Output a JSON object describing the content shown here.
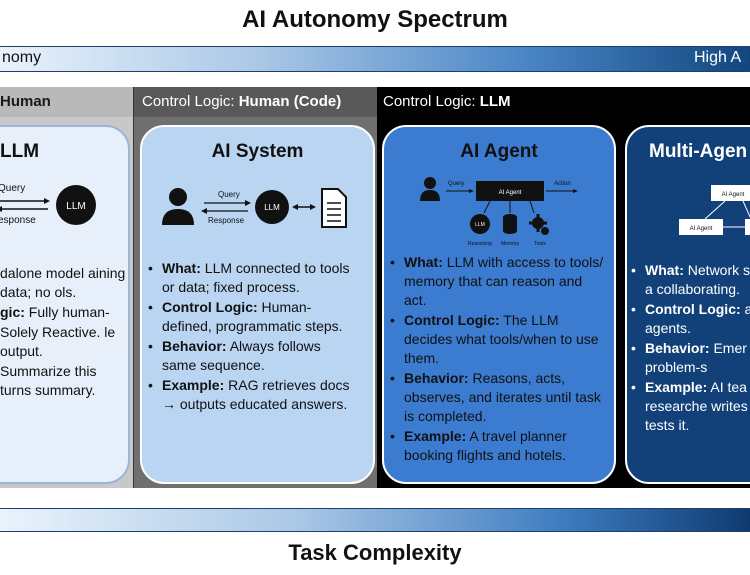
{
  "title": "AI Autonomy Spectrum",
  "autonomy_bar": {
    "left_label": "nomy",
    "right_label": "High A"
  },
  "columns": [
    {
      "header_plain": "Human",
      "header_bold": "",
      "card": {
        "title": "LLM",
        "diagram": {
          "query": "Query",
          "response": "esponse",
          "node": "LLM"
        },
        "bullets": [
          {
            "label": "",
            "text": "dalone model aining data; no ols."
          },
          {
            "label": "gic:",
            "text": " Fully human-"
          },
          {
            "label": "",
            "text": "Solely Reactive. le output."
          },
          {
            "label": "",
            "text": "Summarize this turns summary."
          }
        ]
      }
    },
    {
      "header_plain": "Control Logic: ",
      "header_bold": "Human (Code)",
      "card": {
        "title": "AI System",
        "diagram": {
          "query": "Query",
          "response": "Response",
          "node": "LLM"
        },
        "bullets": [
          {
            "label": "What:",
            "text": " LLM connected to tools or data; fixed process."
          },
          {
            "label": "Control Logic:",
            "text": " Human-defined, programmatic steps."
          },
          {
            "label": "Behavior:",
            "text": " Always follows same sequence."
          },
          {
            "label": "Example:",
            "text": " RAG retrieves docs → outputs educated answers."
          }
        ]
      }
    },
    {
      "header_plain": "Control Logic: ",
      "header_bold": "LLM",
      "card": {
        "title": "AI Agent",
        "diagram": {
          "query": "Query",
          "action": "Action",
          "node": "AI Agent",
          "reasoning": "Reasoning",
          "memory": "Memory",
          "tools": "Tools",
          "llm": "LLM"
        },
        "bullets": [
          {
            "label": "What:",
            "text": " LLM with access to tools/ memory that can reason and act."
          },
          {
            "label": "Control Logic:",
            "text": " The LLM decides what tools/when to use them."
          },
          {
            "label": "Behavior:",
            "text": " Reasons, acts, observes, and iterates until task is completed."
          },
          {
            "label": "Example:",
            "text": " A travel planner booking flights and hotels."
          }
        ]
      }
    },
    {
      "header_plain": "",
      "header_bold": "",
      "card": {
        "title": "Multi-Agen",
        "diagram": {
          "node_top": "AI Agent",
          "node_left": "AI Agent"
        },
        "bullets": [
          {
            "label": "What:",
            "text": " Network specialized AI a collaborating."
          },
          {
            "label": "Control Logic:",
            "text": " among agents."
          },
          {
            "label": "Behavior:",
            "text": " Emer step problem-s"
          },
          {
            "label": "Example:",
            "text": " AI tea agent researche writes code, an tests it."
          }
        ]
      }
    }
  ],
  "complexity_title": "Task Complexity",
  "colors": {
    "dark_blue": "#12417a",
    "mid_blue": "#3b7bd0",
    "light_blue": "#b9d5f1",
    "gray": "#6f6f6f"
  }
}
